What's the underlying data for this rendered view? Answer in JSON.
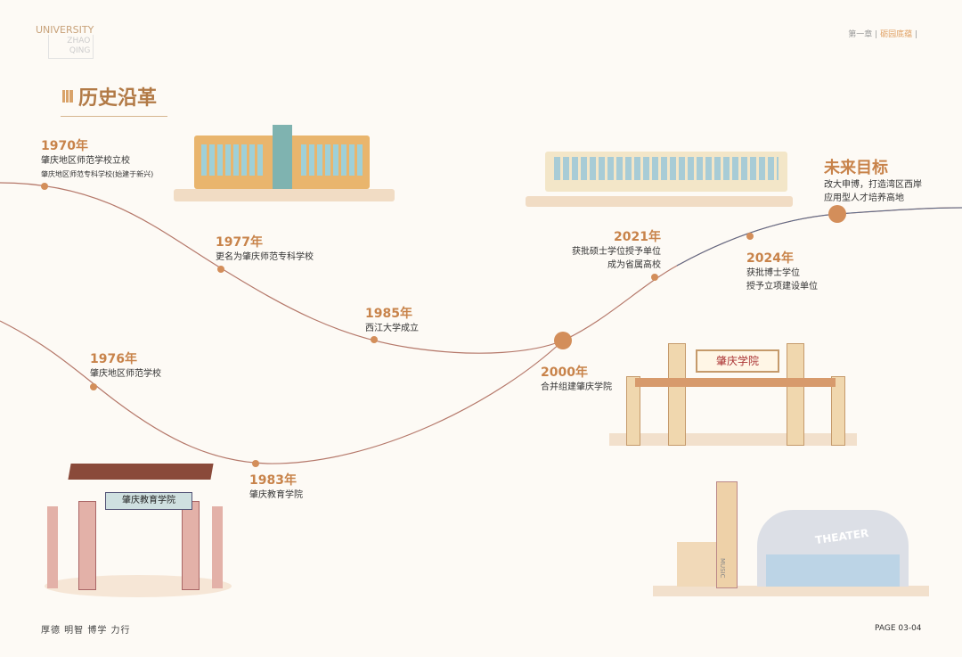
{
  "logo": {
    "line1": "UNIVERSITY",
    "line2": "ZHAO",
    "line3": "QING"
  },
  "title": "历史沿革",
  "chapter": {
    "label": "第一章",
    "name": "砺园底蕴"
  },
  "events": [
    {
      "year": "1970年",
      "text": "肇庆地区师范学校立校",
      "note": "肇庆地区师范专科学校(始建于新兴)"
    },
    {
      "year": "1977年",
      "text": "更名为肇庆师范专科学校"
    },
    {
      "year": "1985年",
      "text": "西江大学成立"
    },
    {
      "year": "1976年",
      "text": "肇庆地区师范学校"
    },
    {
      "year": "1983年",
      "text": "肇庆教育学院"
    },
    {
      "year": "2000年",
      "text": "合并组建肇庆学院"
    },
    {
      "year": "2021年",
      "text": "获批硕士学位授予单位",
      "text2": "成为省属高校"
    },
    {
      "year": "2024年",
      "text": "获批博士学位",
      "text2": "授予立项建设单位"
    }
  ],
  "goal": {
    "title": "未来目标",
    "line1": "改大申博，打造湾区西岸",
    "line2": "应用型人才培养高地"
  },
  "gate_sign": "肇庆学院",
  "old_gate_sign": "肇庆教育学院",
  "theater": "THEATER",
  "music": "MUSIC",
  "motto": "厚德 明智 博学 力行",
  "page": "PAGE  03-04"
}
